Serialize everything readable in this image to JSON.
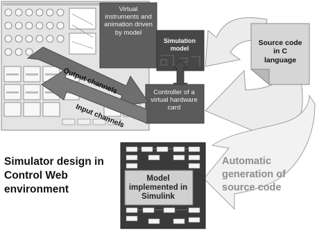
{
  "virtual_instruments": "Virtual instruments and animation driven by model",
  "simulation_model": "Simulation model",
  "controller": "Controller of a virtual hardware card",
  "source_code": "Source code in C language",
  "output_channels": "Output channels",
  "input_channels": "Input channels",
  "model_simulink": "Model implemented in Simulink",
  "simulator_design": "Simulator design in Control Web environment",
  "automatic_generation": "Automatic generation of source code",
  "colors": {
    "dark_box": "#5a5a5a",
    "arrow_gray": "#6c6c6c",
    "light_arrow": "#e8e8e8",
    "document": "#d9d9d9",
    "model_box": "#d0d0d0"
  }
}
